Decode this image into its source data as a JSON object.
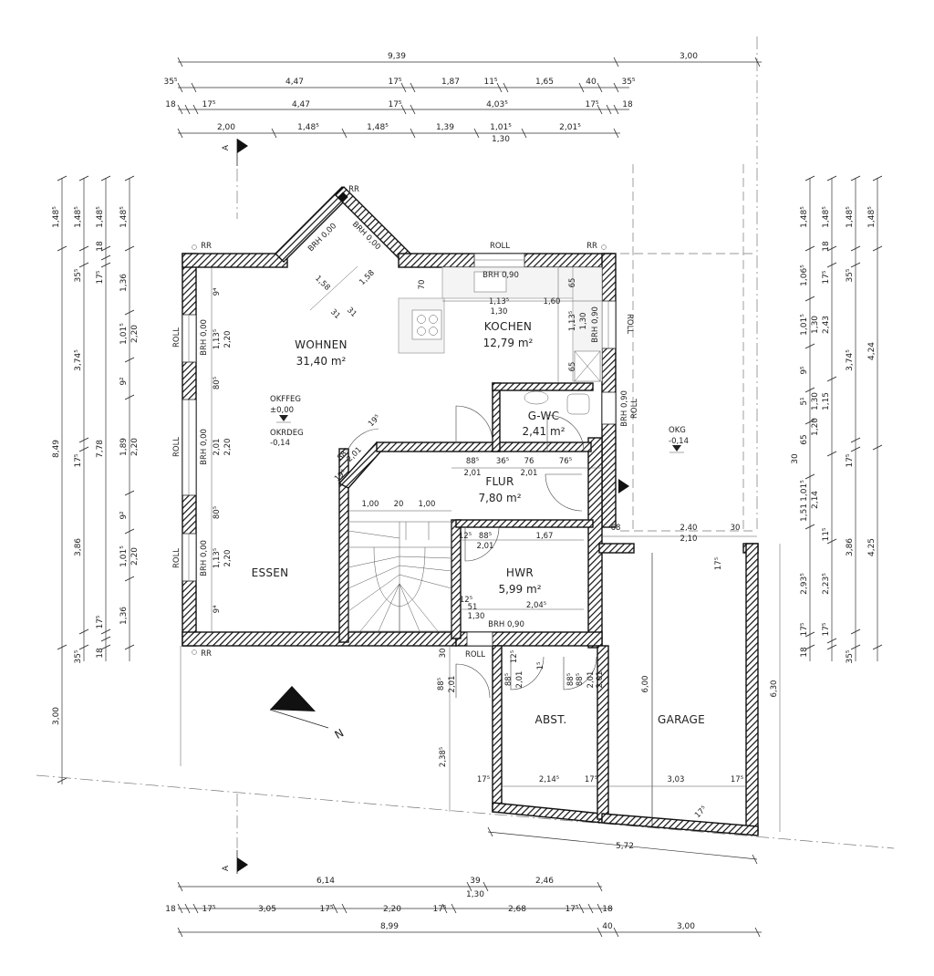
{
  "rooms": {
    "wohnen": {
      "name": "WOHNEN",
      "area": "31,40 m²"
    },
    "kochen": {
      "name": "KOCHEN",
      "area": "12,79 m²"
    },
    "gwc": {
      "name": "G-WC",
      "area": "2,41 m²"
    },
    "flur": {
      "name": "FLUR",
      "area": "7,80 m²"
    },
    "hwr": {
      "name": "HWR",
      "area": "5,99 m²"
    },
    "essen": {
      "name": "ESSEN"
    },
    "abst": {
      "name": "ABST."
    },
    "garage": {
      "name": "GARAGE"
    }
  },
  "levels": {
    "okffeg": "OKFFEG",
    "okffeg_val": "±0,00",
    "okrdeg": "OKRDEG",
    "okrdeg_val": "-0,14",
    "okg": "OKG",
    "okg_val": "-0,14"
  },
  "section": {
    "label": "A"
  },
  "north": {
    "label": "N"
  },
  "labels": {
    "roll": "ROLL",
    "rr": "RR",
    "brh_090": "BRH 0,90",
    "brh_000": "BRH 0,00"
  },
  "dims": {
    "top_row1": [
      "9,39",
      "3,00"
    ],
    "top_row2": [
      "35⁵",
      "4,47",
      "17⁵",
      "1,87",
      "11⁵",
      "1,65",
      "40",
      "35⁵"
    ],
    "top_row3": [
      "18",
      "17⁵",
      "4,47",
      "17⁵",
      "4,03⁵",
      "17⁵",
      "18"
    ],
    "top_row4": [
      "2,00",
      "1,48⁵",
      "1,48⁵",
      "1,39",
      "1,01⁵",
      "1,30",
      "2,01⁵"
    ],
    "bottom_row1": [
      "6,14",
      "39",
      "1,30",
      "2,46"
    ],
    "bottom_row2": [
      "18",
      "17⁵",
      "3,05",
      "17⁵",
      "2,20",
      "17⁵",
      "2,68",
      "17⁵",
      "18"
    ],
    "bottom_row3": [
      "8,99",
      "40",
      "3,00"
    ],
    "left_col1": [
      "1,48⁵",
      "8,49",
      "3,00"
    ],
    "left_col2": [
      "1,48⁵",
      "35⁵",
      "3,74⁵",
      "17⁵",
      "3,86",
      "35⁵"
    ],
    "left_col3": [
      "1,48⁵",
      "18",
      "17⁵",
      "7,78",
      "17⁵",
      "18"
    ],
    "left_col4": [
      "1,48⁵",
      "1,36",
      "1,01⁵",
      "2,20",
      "9²",
      "1,89",
      "2,20",
      "9²",
      "1,01⁵",
      "2,20",
      "1,36"
    ],
    "right_col1": [
      "1,48⁵",
      "1,06⁵",
      "1,01⁵",
      "1,30",
      "9⁵",
      "5¹",
      "1,30",
      "65",
      "1,20",
      "1,01⁵",
      "2,14",
      "1,51",
      "2,93⁵",
      "17⁵",
      "18"
    ],
    "right_col2": [
      "1,48⁵",
      "18",
      "17⁵",
      "2,43",
      "1,15",
      "30",
      "11⁵",
      "2,23⁵",
      "17⁵"
    ],
    "right_col3": [
      "1,48⁵",
      "35⁵",
      "3,74⁵",
      "17⁵",
      "3,86",
      "35⁵"
    ],
    "right_col4": [
      "1,48⁵",
      "4,24",
      "4,25"
    ],
    "interior": {
      "kochen_a": "1,13⁵",
      "kochen_b": "1,60",
      "kochen_c": "1,30",
      "kochen_d": "65",
      "kochen_e": "70",
      "kochen_f": "1,13⁵",
      "kochen_g": "1,30",
      "kochen_h": "65",
      "flur_a": "88⁵",
      "flur_b": "36⁵",
      "flur_c": "76",
      "flur_d": "76⁵",
      "flur_e": "2,01",
      "flur_f": "2,01",
      "stair_a": "1,00",
      "stair_b": "20",
      "stair_c": "1,00",
      "hwr_a": "12⁵",
      "hwr_b": "88⁵",
      "hwr_c": "1,67",
      "hwr_d": "2,01",
      "hwr_e": "12⁵",
      "hwr_f": "51",
      "hwr_g": "1,30",
      "hwr_h": "2,04⁵",
      "bay_a": "1,58",
      "bay_b": "1,58",
      "bay_c": "31",
      "bay_d": "31",
      "bay_brh1": "BRH 0,00",
      "bay_brh2": "BRH 0,00",
      "wohn_a": "9⁴",
      "wohn_b": "1,13⁵",
      "wohn_c": "2,20",
      "wohn_d": "80⁵",
      "wohn_e": "2,01",
      "wohn_f": "2,20",
      "wohn_g": "80⁵",
      "wohn_h": "1,13⁵",
      "wohn_i": "2,20",
      "wohn_j": "9⁴",
      "diag_a": "19⁵",
      "diag_b": "88⁵",
      "diag_c": "2,01",
      "diag_d": "19⁵",
      "garage_a": "68",
      "garage_b": "2,40",
      "garage_c": "30",
      "garage_d": "2,10",
      "garage_e": "17⁵",
      "garage_f": "6,00",
      "garage_g": "6,30",
      "garage_h": "3,03",
      "garage_i": "17⁵",
      "garage_j": "17⁵",
      "abst_a": "2,14⁵",
      "abst_b": "17⁵",
      "abst_c": "17⁵",
      "abst_d": "88⁵",
      "abst_e": "2,01",
      "abst_f": "88⁵",
      "abst_g": "12⁵",
      "abst_h": "2,01",
      "abst_i": "88⁵",
      "abst_j": "2,01",
      "abst_k": "1⁵",
      "path_a": "2,38⁵",
      "path_b": "30",
      "path_c": "88⁵",
      "path_d": "2,01",
      "diag_bottom": "5,72"
    }
  }
}
